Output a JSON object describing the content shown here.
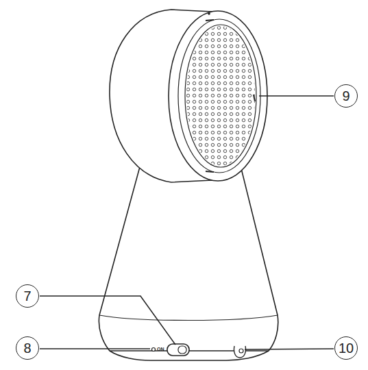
{
  "diagram": {
    "labels": [
      "9",
      "7",
      "8",
      "ON",
      "10"
    ]
  }
}
